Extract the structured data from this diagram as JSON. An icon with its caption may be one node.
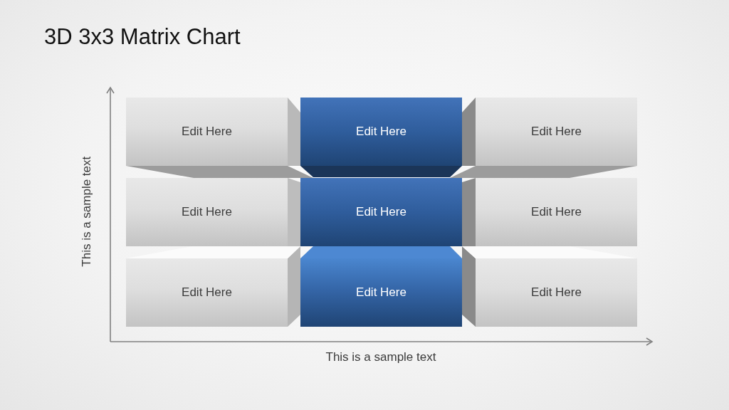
{
  "diagram": {
    "title": "3D 3x3 Matrix Chart",
    "nodes": [
      {
        "text": [
          "Edit Here"
        ]
      },
      {
        "text": [
          "Edit Here"
        ]
      },
      {
        "text": [
          "Edit Here"
        ]
      },
      {
        "text": [
          "Edit Here"
        ]
      },
      {
        "text": [
          "Edit Here"
        ]
      },
      {
        "text": [
          "Edit Here"
        ]
      },
      {
        "text": [
          "Edit Here"
        ]
      },
      {
        "text": [
          "Edit Here"
        ]
      },
      {
        "text": [
          "Edit Here"
        ]
      }
    ],
    "labels": [
      "This is a sample text",
      "This is a sample text"
    ]
  }
}
